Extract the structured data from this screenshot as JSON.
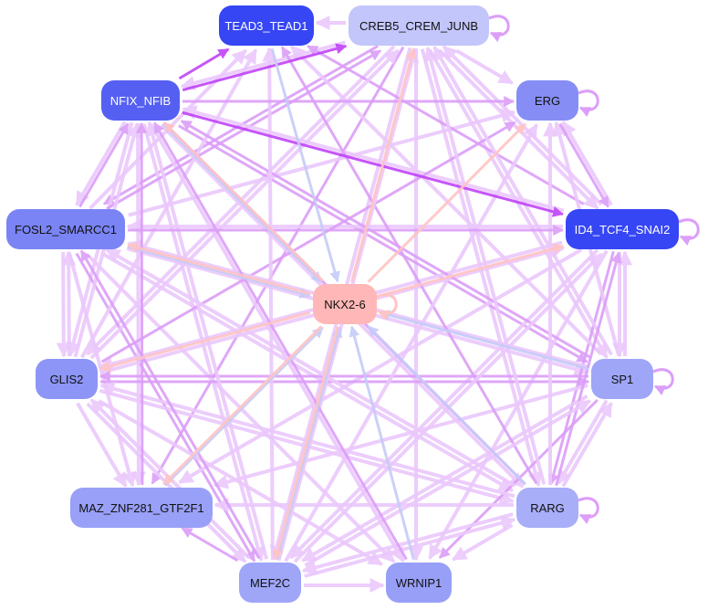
{
  "nodes": [
    {
      "id": "TEAD3_TEAD1",
      "label": "TEAD3_TEAD1",
      "color": "#3646f5",
      "dark": true
    },
    {
      "id": "CREB5_CREM_JUNB",
      "label": "CREB5_CREM_JUNB",
      "color": "#c3c6fa",
      "dark": false
    },
    {
      "id": "NFIX_NFIB",
      "label": "NFIX_NFIB",
      "color": "#5560f2",
      "dark": true
    },
    {
      "id": "ERG",
      "label": "ERG",
      "color": "#868ef6",
      "dark": false
    },
    {
      "id": "FOSL2_SMARCC1",
      "label": "FOSL2_SMARCC1",
      "color": "#7a84f4",
      "dark": false
    },
    {
      "id": "ID4_TCF4_SNAI2",
      "label": "ID4_TCF4_SNAI2",
      "color": "#3646f5",
      "dark": true
    },
    {
      "id": "NKX2-6",
      "label": "NKX2-6",
      "color": "#ffb7b7",
      "dark": false
    },
    {
      "id": "GLIS2",
      "label": "GLIS2",
      "color": "#8d95f6",
      "dark": false
    },
    {
      "id": "SP1",
      "label": "SP1",
      "color": "#9fa6f8",
      "dark": false
    },
    {
      "id": "MAZ_ZNF281_GTF2F1",
      "label": "MAZ_ZNF281_GTF2F1",
      "color": "#99a0f7",
      "dark": false
    },
    {
      "id": "RARG",
      "label": "RARG",
      "color": "#a8aef8",
      "dark": false
    },
    {
      "id": "MEF2C",
      "label": "MEF2C",
      "color": "#9fa6f8",
      "dark": false
    },
    {
      "id": "WRNIP1",
      "label": "WRNIP1",
      "color": "#989ff7",
      "dark": false
    }
  ],
  "edge_colors": {
    "light": "#ebc8fc",
    "mid": "#dc9ef8",
    "strong": "#c043f8",
    "blue": "#c6cbf8",
    "pink": "#ffc4c4"
  },
  "special_edges": [
    [
      "NFIX_NFIB",
      "TEAD3_TEAD1",
      "strong"
    ],
    [
      "NFIX_NFIB",
      "CREB5_CREM_JUNB",
      "strong"
    ],
    [
      "NFIX_NFIB",
      "ID4_TCF4_SNAI2",
      "strong"
    ],
    [
      "NFIX_NFIB",
      "ERG",
      "mid"
    ],
    [
      "FOSL2_SMARCC1",
      "ID4_TCF4_SNAI2",
      "mid"
    ],
    [
      "WRNIP1",
      "NFIX_NFIB",
      "mid"
    ],
    [
      "FOSL2_SMARCC1",
      "NFIX_NFIB",
      "mid"
    ],
    [
      "ERG",
      "ID4_TCF4_SNAI2",
      "mid"
    ],
    [
      "MAZ_ZNF281_GTF2F1",
      "NFIX_NFIB",
      "mid"
    ],
    [
      "RARG",
      "NFIX_NFIB",
      "mid"
    ],
    [
      "TEAD3_TEAD1",
      "NKX2-6",
      "blue"
    ],
    [
      "NFIX_NFIB",
      "NKX2-6",
      "blue"
    ],
    [
      "SP1",
      "NKX2-6",
      "blue"
    ],
    [
      "RARG",
      "NKX2-6",
      "blue"
    ],
    [
      "WRNIP1",
      "NKX2-6",
      "blue"
    ],
    [
      "MAZ_ZNF281_GTF2F1",
      "NKX2-6",
      "blue"
    ],
    [
      "MEF2C",
      "NKX2-6",
      "blue"
    ],
    [
      "FOSL2_SMARCC1",
      "NKX2-6",
      "blue"
    ],
    [
      "NKX2-6",
      "CREB5_CREM_JUNB",
      "pink"
    ],
    [
      "NKX2-6",
      "ERG",
      "pink"
    ],
    [
      "NKX2-6",
      "ID4_TCF4_SNAI2",
      "pink"
    ],
    [
      "NKX2-6",
      "FOSL2_SMARCC1",
      "pink"
    ],
    [
      "NKX2-6",
      "NFIX_NFIB",
      "pink"
    ],
    [
      "NKX2-6",
      "GLIS2",
      "pink"
    ],
    [
      "NKX2-6",
      "MAZ_ZNF281_GTF2F1",
      "pink"
    ],
    [
      "NKX2-6",
      "MEF2C",
      "pink"
    ]
  ],
  "self_loops": [
    "CREB5_CREM_JUNB",
    "ERG",
    "ID4_TCF4_SNAI2",
    "SP1",
    "RARG",
    "NKX2-6"
  ]
}
